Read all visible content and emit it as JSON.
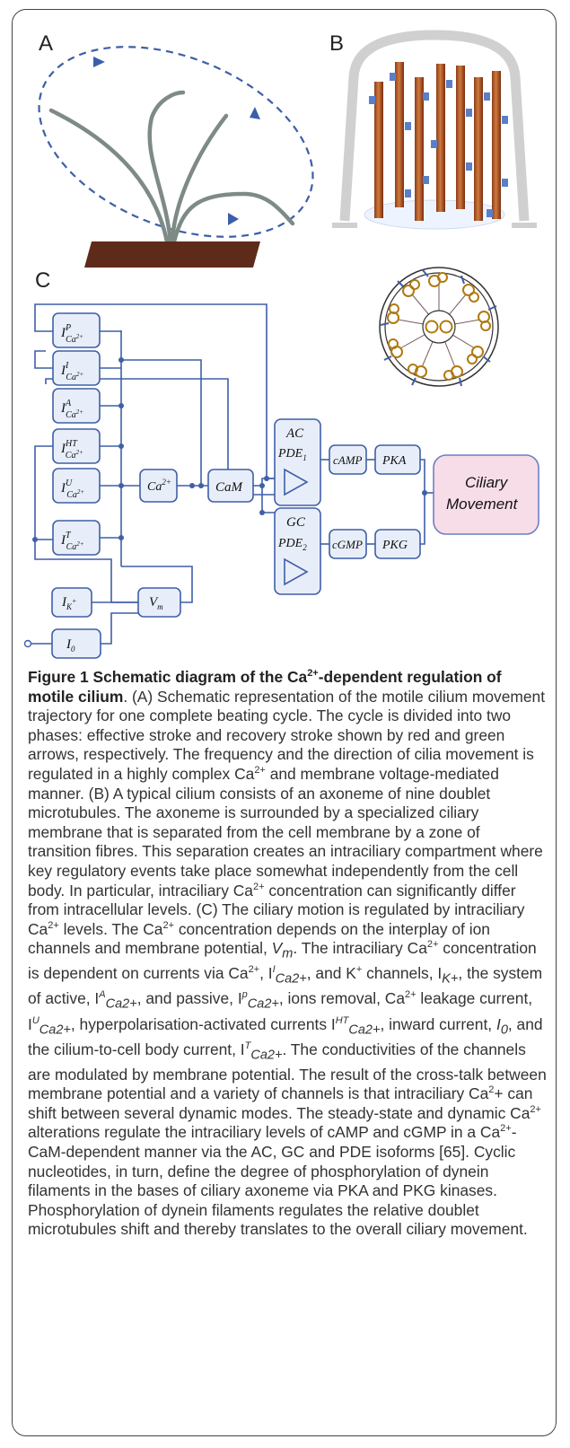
{
  "panels": {
    "a_label": "A",
    "b_label": "B",
    "c_label": "C"
  },
  "diagram": {
    "current_P": "P",
    "current_I": "I",
    "current_A": "A",
    "current_HT": "HT",
    "current_U": "U",
    "current_T": "T",
    "ca_sub": "Ca",
    "ca_sup": "2+",
    "ca2_main": "Ca",
    "cam": "CaM",
    "ac": "AC",
    "pde1": "PDE",
    "pde1_sub": "1",
    "gc": "GC",
    "pde2": "PDE",
    "pde2_sub": "2",
    "camp": "cAMP",
    "cgmp": "cGMP",
    "pka": "PKA",
    "pkg": "PKG",
    "ciliary_1": "Ciliary",
    "ciliary_2": "Movement",
    "ik": "I",
    "ik_sub": "K",
    "ik_sup": "+",
    "vm": "V",
    "vm_sub": "m",
    "i0": "I",
    "i0_sub": "0"
  },
  "caption": {
    "fig_label": "Figure 1 Schematic diagram of the Ca",
    "fig_sup": "2+",
    "fig_title_rest": "-dependent regulation of motile cilium",
    "p1": ". (A) Schematic representation of the motile cilium movement trajectory for one complete beating cycle. The cycle is divided into two phases: effective stroke and recovery stroke shown by red and green arrows, respectively. The frequency and the direction of cilia movement is regulated in a highly complex Ca",
    "p1_sup": "2+",
    "p2": " and membrane voltage-mediated manner. (B) A typical cilium consists of an axoneme of nine doublet microtubules. The axoneme is surrounded by a specialized ciliary membrane that is separated from the cell membrane by a zone of transition fibres. This separation creates an intraciliary compartment where key regulatory events take place somewhat independently from the cell body. In particular, intraciliary Ca",
    "p2_sup": "2+",
    "p3": " concentration can significantly differ from intracellular levels. (C) The ciliary motion is regulated by intraciliary Ca",
    "p3_sup": "2+",
    "p4": " levels. The Ca",
    "p4_sup": "2+",
    "p5": " concentration depends on the interplay of ion channels and membrane potential, ",
    "p5_vm": "V",
    "p5_vm_sub": "m",
    "p6": ". The intraciliary Ca",
    "p6_sup": "2+",
    "p7": " concentration is dependent on currents via Ca",
    "p7_sup": "2+",
    "p8": ", I",
    "p8_sup": "I",
    "p8_sub": "Ca2+",
    "p9": ", and K",
    "p9_sup": "+",
    "p10": " channels, I",
    "p10_sub": "K+",
    "p11": ", the system of active, I",
    "p11_sup": "A",
    "p11_sub": "Ca2+",
    "p12": ", and passive, I",
    "p12_sup": "p",
    "p12_sub": "Ca2+",
    "p13": ", ions removal, Ca",
    "p13_sup": "2+",
    "p14": " leakage current, I",
    "p14_sup": "U",
    "p14_sub": "Ca2+",
    "p15": ", hyperpolarisation-activated currents I",
    "p15_sup": "HT",
    "p15_sub": "Ca2+",
    "p16": ", inward current, ",
    "p16_i0": "I",
    "p16_i0_sub": "0",
    "p17": ", and the cilium-to-cell body current, I",
    "p17_sup": "T",
    "p17_sub": "Ca2+",
    "p18": ". The conductivities of the channels are modulated by membrane potential. The result of the cross-talk between membrane potential and a variety of channels is that intraciliary Ca",
    "p18_sup": "2",
    "p19": "+ can shift between several dynamic modes. The steady-state and dynamic Ca",
    "p19_sup": "2+",
    "p20": " alterations regulate the intraciliary levels of cAMP and cGMP in a Ca",
    "p20_sup": "2+",
    "p21": "-CaM-dependent manner via the AC, GC and PDE isoforms [65]. Cyclic nucleotides, in turn, define the degree of phosphorylation of dynein filaments in the bases of ciliary axoneme via PKA and PKG kinases. Phosphorylation of dynein filaments regulates the relative doublet microtubules shift and thereby translates to the overall ciliary movement."
  },
  "colors": {
    "wire": "#3f5fa8",
    "box_fill": "#e8eef9",
    "box_stroke": "#3f5fa8",
    "pink_fill": "#f7dde8",
    "pink_stroke": "#6d7fc2",
    "base_brown": "#5e2a1a",
    "cilium_gray": "#7e8a86",
    "dash_blue": "#3c5fa8"
  }
}
